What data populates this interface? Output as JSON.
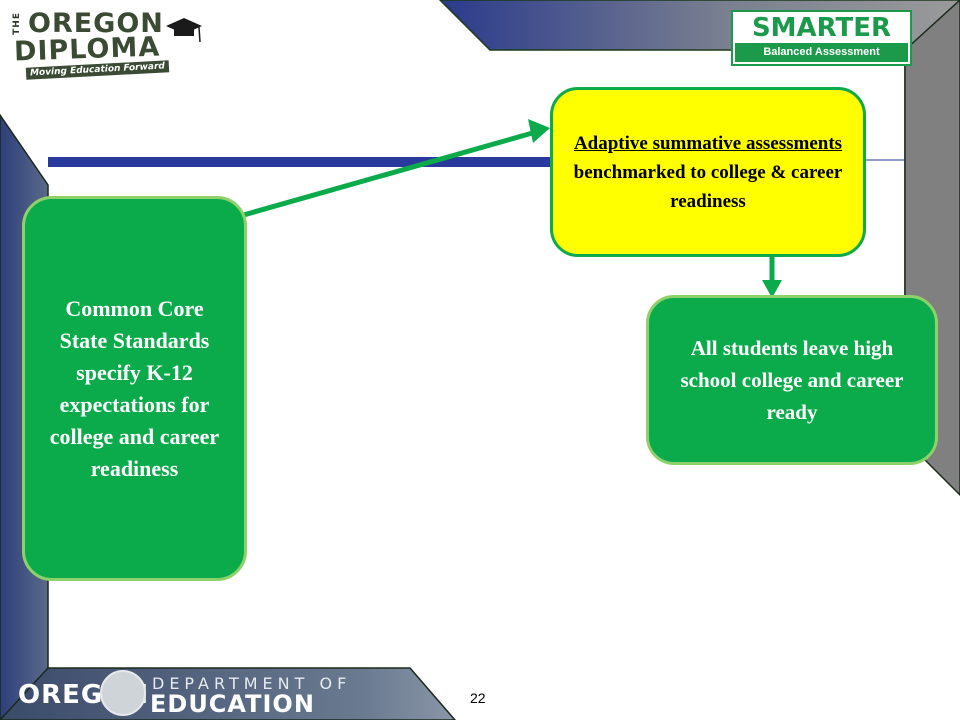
{
  "header": {
    "oregon_diploma_logo": {
      "the": "THE",
      "oregon": "OREGON",
      "diploma": "DIPLOMA",
      "tagline": "Moving Education Forward"
    },
    "smarter_logo": {
      "title": "SMARTER",
      "subtitle": "Balanced Assessment Consortium"
    }
  },
  "diagram": {
    "ccss_box": {
      "text": "Common Core State Standards specify K-12 expectations for college and career readiness"
    },
    "adaptive_box": {
      "underlined": "Adaptive summative assessments ",
      "rest": "benchmarked to college & career readiness"
    },
    "students_box": {
      "text": "All students leave high school college and career ready"
    }
  },
  "footer": {
    "ode_logo": {
      "oregon": "OREGON",
      "department": "DEPARTMENT OF",
      "education": "EDUCATION"
    },
    "page_number": "22"
  },
  "colors": {
    "green": "#0bab4b",
    "light_green_border": "#8ed16a",
    "yellow": "#ffff00",
    "navy": "#2a3a8c",
    "slate": "#4a5a7a",
    "gray": "#808080"
  }
}
